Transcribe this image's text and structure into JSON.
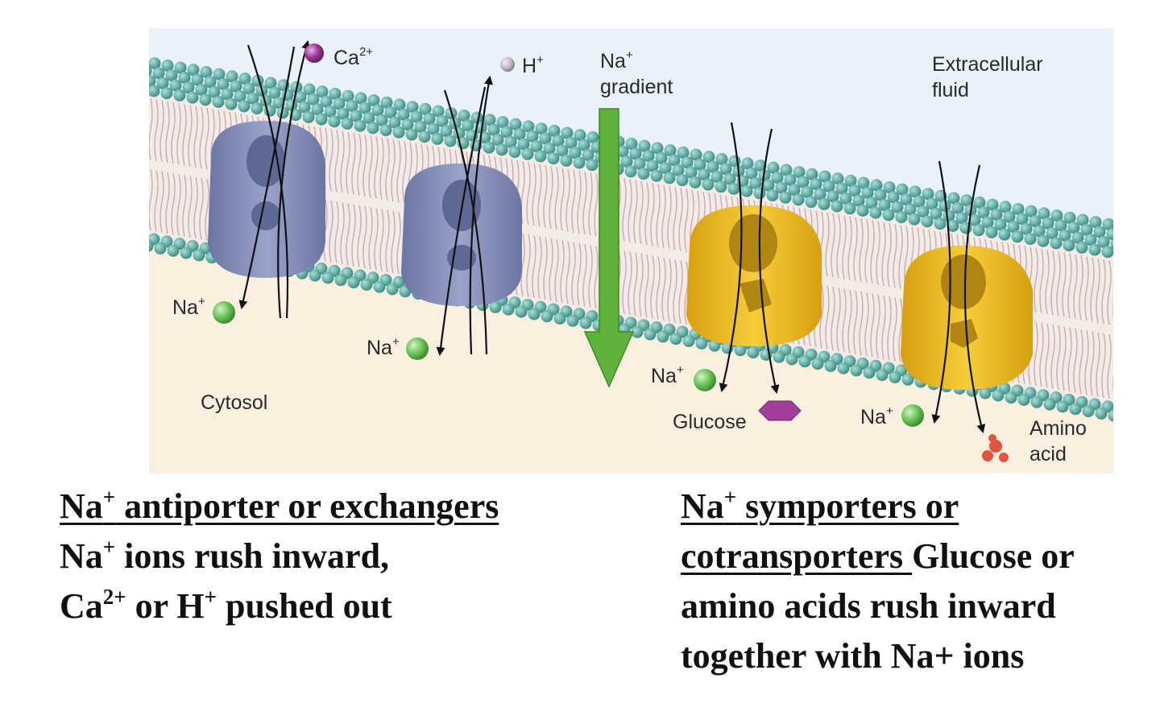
{
  "labels": {
    "ca": "Ca",
    "ca_sup": "2+",
    "h": "H",
    "h_sup": "+",
    "na_grad": "Na",
    "na_grad_sup": "+",
    "gradient": "gradient",
    "extra_1": "Extracellular",
    "extra_2": "fluid",
    "na1": "Na",
    "na1_sup": "+",
    "na2": "Na",
    "na2_sup": "+",
    "na3": "Na",
    "na3_sup": "+",
    "na4": "Na",
    "na4_sup": "+",
    "cytosol": "Cytosol",
    "glucose": "Glucose",
    "amino_1": "Amino",
    "amino_2": "acid"
  },
  "captions": {
    "left": {
      "title_a": "Na",
      "title_sup": "+",
      "title_b": " antiporter or exchangers",
      "l2_a": "Na",
      "l2_sup": "+",
      "l2_b": " ions rush inward,",
      "l3_a": "Ca",
      "l3_sup1": "2+",
      "l3_b": " or H",
      "l3_sup2": "+",
      "l3_c": " pushed out"
    },
    "right": {
      "title_a": "Na",
      "title_sup": "+",
      "title_b": " symporters or",
      "title_c": "cotransporters ",
      "l2_rest": "Glucose or",
      "l3": "amino acids rush inward",
      "l4": "together with Na+ ions"
    }
  },
  "colors": {
    "extracellular": "#e9f1fa",
    "cytosol": "#fbefe0",
    "head": "#5fb5ad",
    "antiporter": "#7d88b3",
    "symporter": "#e8b41c",
    "gradient_arrow": "#5fb33c",
    "sodium": "#69c455",
    "calcium": "#a43a9e",
    "proton": "#c9b8c8",
    "glucose": "#a23d9c",
    "amino_acid": "#e2553c"
  }
}
